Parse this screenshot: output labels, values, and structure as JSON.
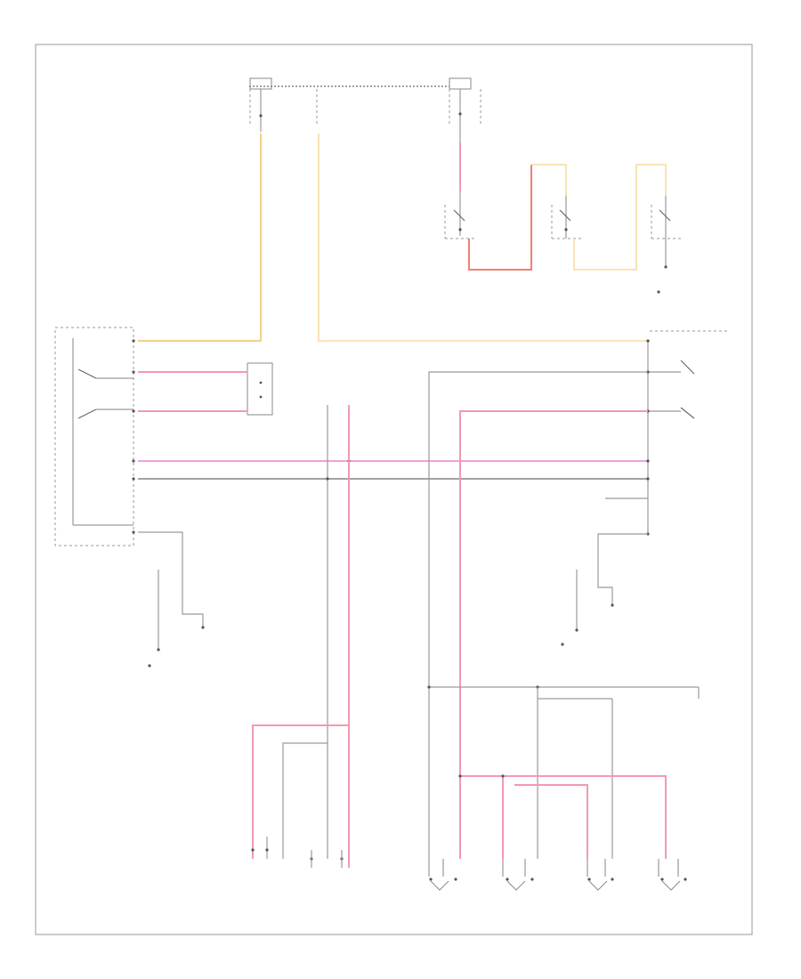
{
  "diagram": {
    "footer_code": "",
    "colors": {
      "frame": "#9a9a9a",
      "wire_gray": "#9a9a9a",
      "wire_dark": "#6a6a6a",
      "wire_yellow": "#f2d08a",
      "wire_pink": "#f29ab0",
      "wire_red": "#f08070",
      "wire_magenta": "#f0a0e0"
    },
    "components": [
      "fuse-top-left",
      "fuse-top-center",
      "door-switch-left",
      "door-switch-center",
      "door-switch-right",
      "driver-door-lock-switch",
      "passenger-door-lock-switch",
      "lock-relay-left",
      "junction-connector",
      "splice-center",
      "rear-actuator-left",
      "door-lock-actuator-1",
      "door-lock-actuator-2",
      "door-lock-actuator-3",
      "door-lock-actuator-4"
    ]
  }
}
